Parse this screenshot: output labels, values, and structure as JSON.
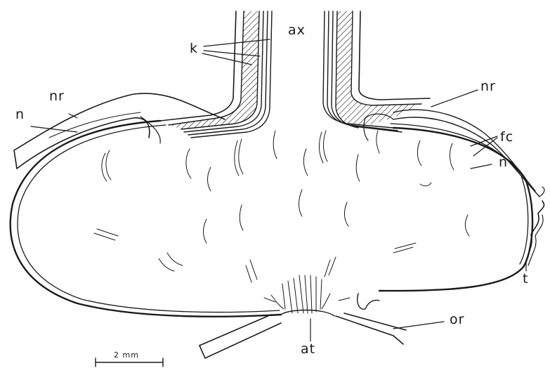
{
  "labels": {
    "ax": "ax",
    "k": "k",
    "nr_left": "nr",
    "n_left": "n",
    "nr_right": "nr",
    "fc": "fc",
    "n_right": "n",
    "t": "t",
    "or": "or",
    "at": "at"
  },
  "scale_bar": {
    "text": "2 mm"
  },
  "colors": {
    "ink": "#1a1a1a",
    "background": "#ffffff"
  }
}
